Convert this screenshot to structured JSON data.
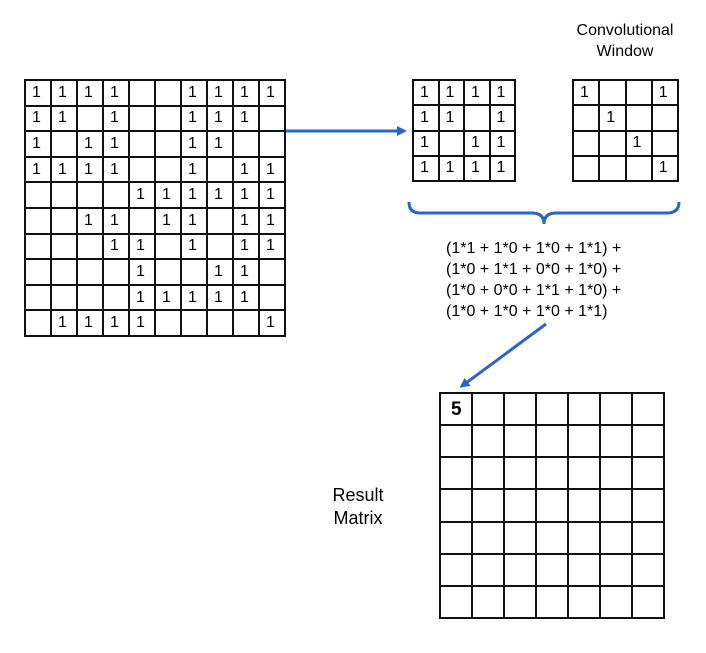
{
  "input_matrix": [
    [
      "1",
      "1",
      "1",
      "1",
      "",
      "",
      "1",
      "1",
      "1",
      "1"
    ],
    [
      "1",
      "1",
      "",
      "1",
      "",
      "",
      "1",
      "1",
      "1",
      ""
    ],
    [
      "1",
      "",
      "1",
      "1",
      "",
      "",
      "1",
      "1",
      "",
      ""
    ],
    [
      "1",
      "1",
      "1",
      "1",
      "",
      "",
      "1",
      "",
      "1",
      "1"
    ],
    [
      "",
      "",
      "",
      "",
      "1",
      "1",
      "1",
      "1",
      "1",
      "1"
    ],
    [
      "",
      "",
      "1",
      "1",
      "",
      "1",
      "1",
      "",
      "1",
      "1"
    ],
    [
      "",
      "",
      "",
      "1",
      "1",
      "",
      "1",
      "",
      "1",
      "1"
    ],
    [
      "",
      "",
      "",
      "",
      "1",
      "",
      "",
      "1",
      "1",
      ""
    ],
    [
      "",
      "",
      "",
      "",
      "1",
      "1",
      "1",
      "1",
      "1",
      ""
    ],
    [
      "",
      "1",
      "1",
      "1",
      "1",
      "",
      "",
      "",
      "",
      "1"
    ]
  ],
  "patch_matrix": [
    [
      "1",
      "1",
      "1",
      "1"
    ],
    [
      "1",
      "1",
      "",
      "1"
    ],
    [
      "1",
      "",
      "1",
      "1"
    ],
    [
      "1",
      "1",
      "1",
      "1"
    ]
  ],
  "kernel": {
    "label_line1": "Convolutional",
    "label_line2": "Window",
    "matrix": [
      [
        "1",
        "",
        "",
        "1"
      ],
      [
        "",
        "1",
        "",
        ""
      ],
      [
        "",
        "",
        "1",
        ""
      ],
      [
        "",
        "",
        "",
        "1"
      ]
    ]
  },
  "formula_lines": [
    "(1*1 + 1*0 + 1*0 + 1*1) +",
    "(1*0 + 1*1 + 0*0 + 1*0) +",
    "(1*0 + 0*0 + 1*1 + 1*0) +",
    "(1*0 + 1*0 + 1*0 + 1*1)"
  ],
  "result": {
    "label_line1": "Result",
    "label_line2": "Matrix",
    "rows": 7,
    "cols": 7,
    "first_value": "5"
  },
  "colors": {
    "arrow": "#2a64c8",
    "grid_line": "#111111"
  }
}
